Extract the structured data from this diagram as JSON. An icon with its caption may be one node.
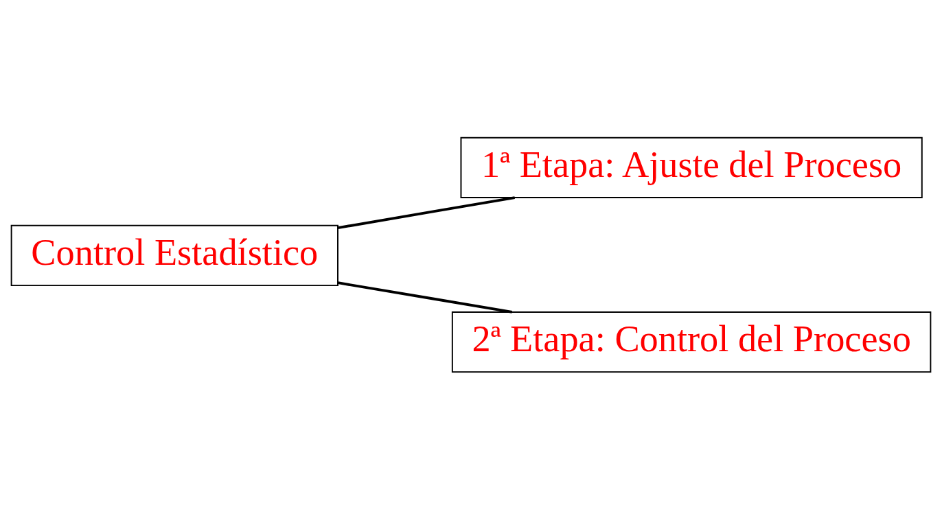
{
  "diagram": {
    "nodes": [
      {
        "text": [
          "Control Estadístico"
        ]
      },
      {
        "text": [
          "1ª Etapa: Ajuste del Proceso"
        ]
      },
      {
        "text": [
          "2ª Etapa: Control del Proceso"
        ]
      }
    ],
    "edges": [
      {
        "from": 0,
        "to": 1,
        "arrow": "none"
      },
      {
        "from": 0,
        "to": 2,
        "arrow": "none"
      }
    ]
  }
}
